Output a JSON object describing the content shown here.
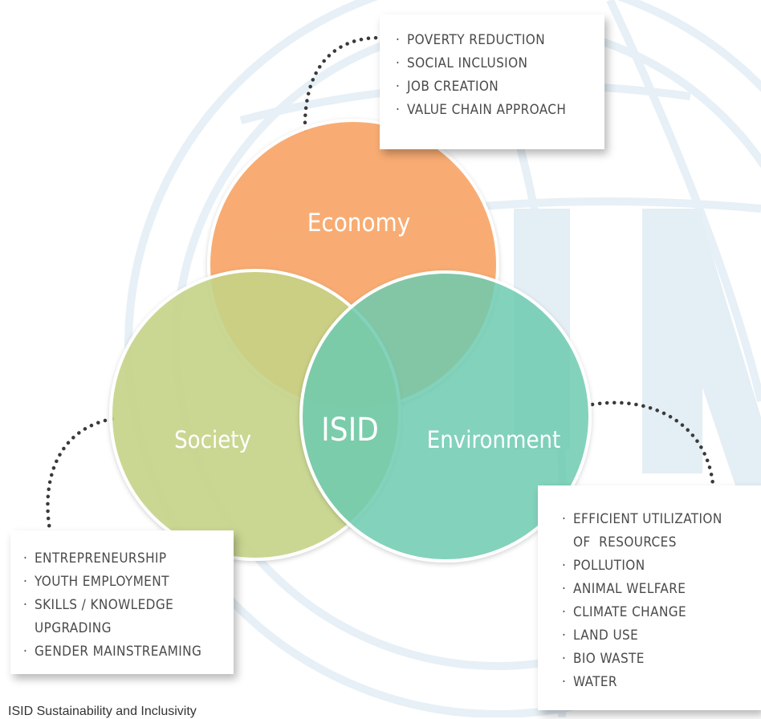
{
  "colors": {
    "economy": "#f9a86a",
    "society": "#c6d587",
    "environment": "#6fcdb2",
    "watermark": "#e6f0f6",
    "dots": "#3a3a3a"
  },
  "circles": {
    "economy": "Economy",
    "society": "Society",
    "environment": "Environment",
    "center": "ISID"
  },
  "boxes": {
    "economy": [
      "POVERTY REDUCTION",
      "SOCIAL INCLUSION",
      "JOB CREATION",
      "VALUE CHAIN APPROACH"
    ],
    "society": [
      "ENTREPRENEURSHIP",
      "YOUTH EMPLOYMENT",
      "SKILLS / KNOWLEDGE",
      "UPGRADING",
      "GENDER MAINSTREAMING"
    ],
    "environment": [
      "EFFICIENT UTILIZATION",
      "OF  RESOURCES",
      "POLLUTION",
      "ANIMAL WELFARE",
      "CLIMATE CHANGE",
      "LAND USE",
      "BIO WASTE",
      "WATER"
    ]
  },
  "caption": "ISID Sustainability and Inclusivity"
}
